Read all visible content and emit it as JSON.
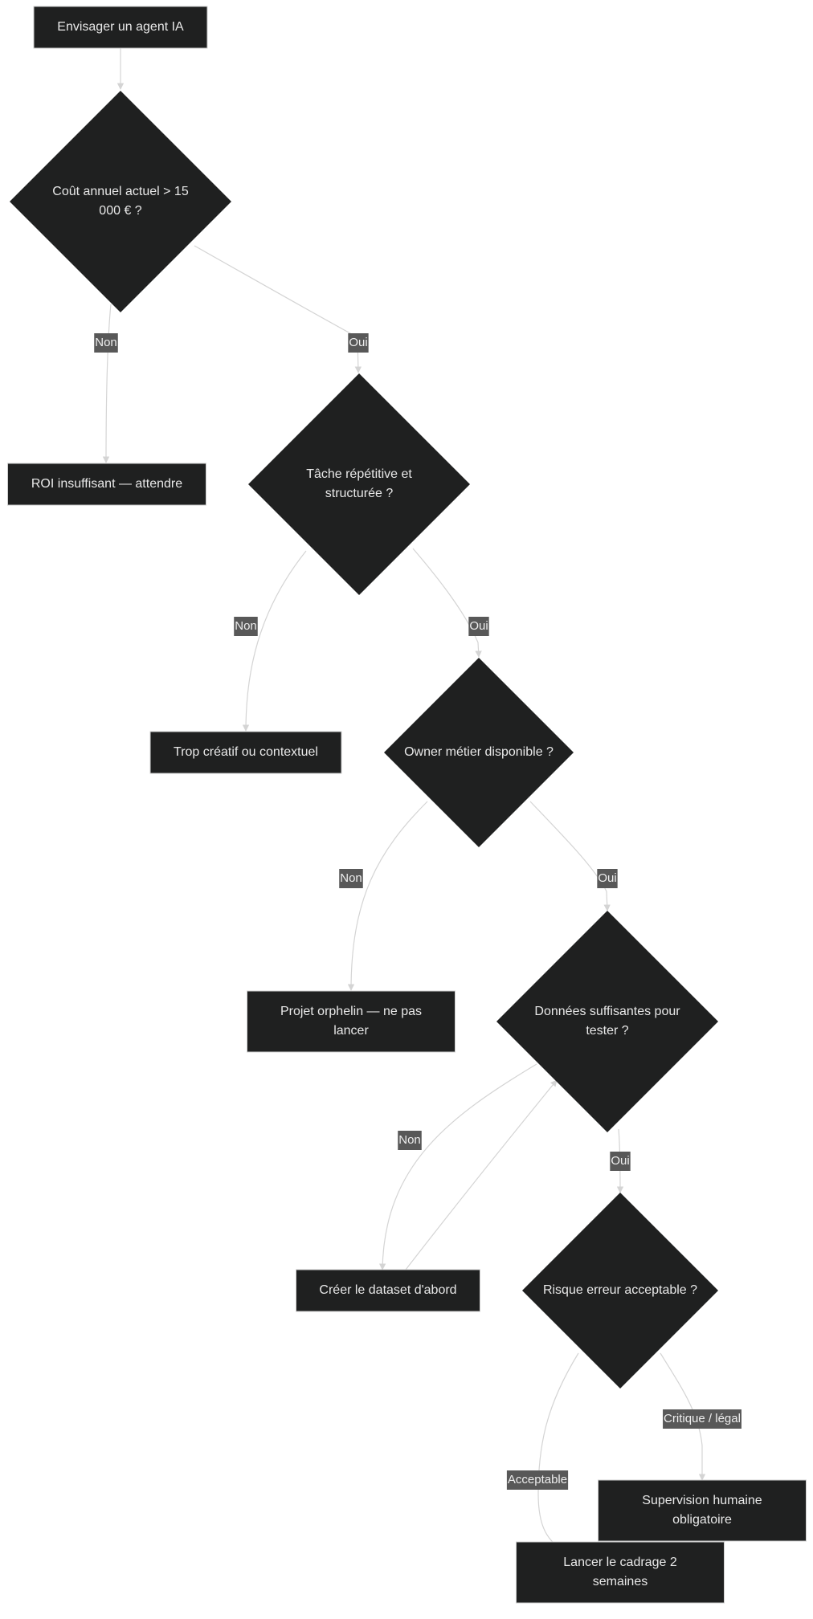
{
  "nodes": [
    {
      "id": "start",
      "shape": "rect",
      "lines": [
        "Envisager un agent IA"
      ]
    },
    {
      "id": "cout",
      "shape": "diamond",
      "lines": [
        "Coût annuel actuel > 15",
        "000 € ?"
      ]
    },
    {
      "id": "roi",
      "shape": "rect",
      "lines": [
        "ROI insuffisant — attendre"
      ]
    },
    {
      "id": "tache",
      "shape": "diamond",
      "lines": [
        "Tâche répétitive et",
        "structurée ?"
      ]
    },
    {
      "id": "creatif",
      "shape": "rect",
      "lines": [
        "Trop créatif ou contextuel"
      ]
    },
    {
      "id": "owner",
      "shape": "diamond",
      "lines": [
        "Owner métier disponible ?"
      ]
    },
    {
      "id": "orphelin",
      "shape": "rect",
      "lines": [
        "Projet orphelin — ne pas",
        "lancer"
      ]
    },
    {
      "id": "donnees",
      "shape": "diamond",
      "lines": [
        "Données suffisantes pour",
        "tester ?"
      ]
    },
    {
      "id": "dataset",
      "shape": "rect",
      "lines": [
        "Créer le dataset d'abord"
      ]
    },
    {
      "id": "risque",
      "shape": "diamond",
      "lines": [
        "Risque erreur acceptable ?"
      ]
    },
    {
      "id": "supervision",
      "shape": "rect",
      "lines": [
        "Supervision humaine",
        "obligatoire"
      ]
    },
    {
      "id": "lancer",
      "shape": "rect",
      "lines": [
        "Lancer le cadrage 2",
        "semaines"
      ]
    }
  ],
  "edges": [
    {
      "from": "start",
      "to": "cout",
      "label": ""
    },
    {
      "from": "cout",
      "to": "roi",
      "label": "Non"
    },
    {
      "from": "cout",
      "to": "tache",
      "label": "Oui"
    },
    {
      "from": "tache",
      "to": "creatif",
      "label": "Non"
    },
    {
      "from": "tache",
      "to": "owner",
      "label": "Oui"
    },
    {
      "from": "owner",
      "to": "orphelin",
      "label": "Non"
    },
    {
      "from": "owner",
      "to": "donnees",
      "label": "Oui"
    },
    {
      "from": "donnees",
      "to": "dataset",
      "label": "Non"
    },
    {
      "from": "dataset",
      "to": "donnees",
      "label": ""
    },
    {
      "from": "donnees",
      "to": "risque",
      "label": "Oui"
    },
    {
      "from": "risque",
      "to": "lancer",
      "label": "Acceptable"
    },
    {
      "from": "risque",
      "to": "supervision",
      "label": "Critique / légal"
    },
    {
      "from": "supervision",
      "to": "lancer",
      "label": ""
    }
  ],
  "colors": {
    "node_fill": "#1f2020",
    "node_text": "#e8e8e8",
    "edge": "#d4d4d4",
    "label_bg": "#585858"
  }
}
